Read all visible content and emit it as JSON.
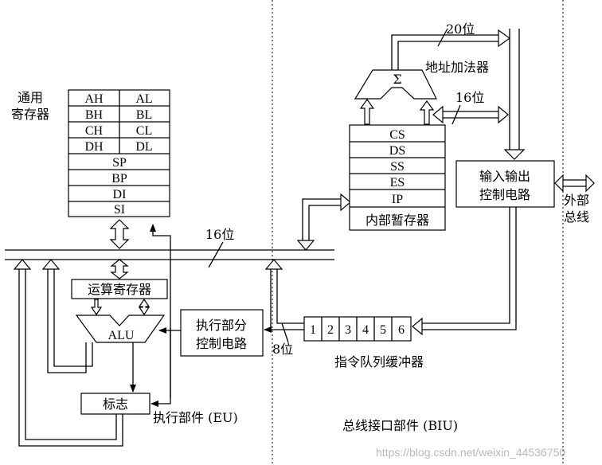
{
  "labels": {
    "general_registers": [
      "通用",
      "寄存器"
    ],
    "bus_width_16": "16位",
    "bus_width_20": "20位",
    "bus_width_16_top": "16位",
    "bus_width_8": "8位",
    "address_adder": "地址加法器",
    "sigma": "Σ",
    "io_control": [
      "输入输出",
      "控制电路"
    ],
    "external_bus": [
      "外部",
      "总线"
    ],
    "internal_temp_registers": "内部暂存器",
    "operation_register": "运算寄存器",
    "alu": "ALU",
    "eu_control": [
      "执行部分",
      "控制电路"
    ],
    "flags": "标志",
    "queue_label": "指令队列缓冲器",
    "eu_title": "执行部件 (EU)",
    "biu_title": "总线接口部件 (BIU)",
    "watermark": "https://blog.csdn.net/weixin_44536750"
  },
  "general_register_pairs": [
    [
      "AH",
      "AL"
    ],
    [
      "BH",
      "BL"
    ],
    [
      "CH",
      "CL"
    ],
    [
      "DH",
      "DL"
    ]
  ],
  "pointer_registers": [
    "SP",
    "BP",
    "DI",
    "SI"
  ],
  "segment_registers": [
    "CS",
    "DS",
    "SS",
    "ES",
    "IP"
  ],
  "instruction_queue": [
    "1",
    "2",
    "3",
    "4",
    "5",
    "6"
  ]
}
